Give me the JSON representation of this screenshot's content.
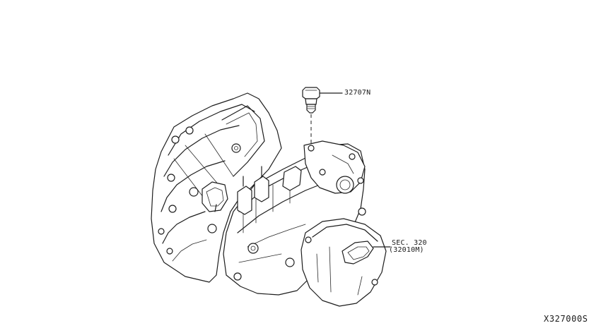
{
  "callouts": {
    "plug_part_number": "32707N",
    "section_ref": "SEC. 320",
    "section_ref_sub": "(32010M)"
  },
  "diagram_code": "X327000S"
}
